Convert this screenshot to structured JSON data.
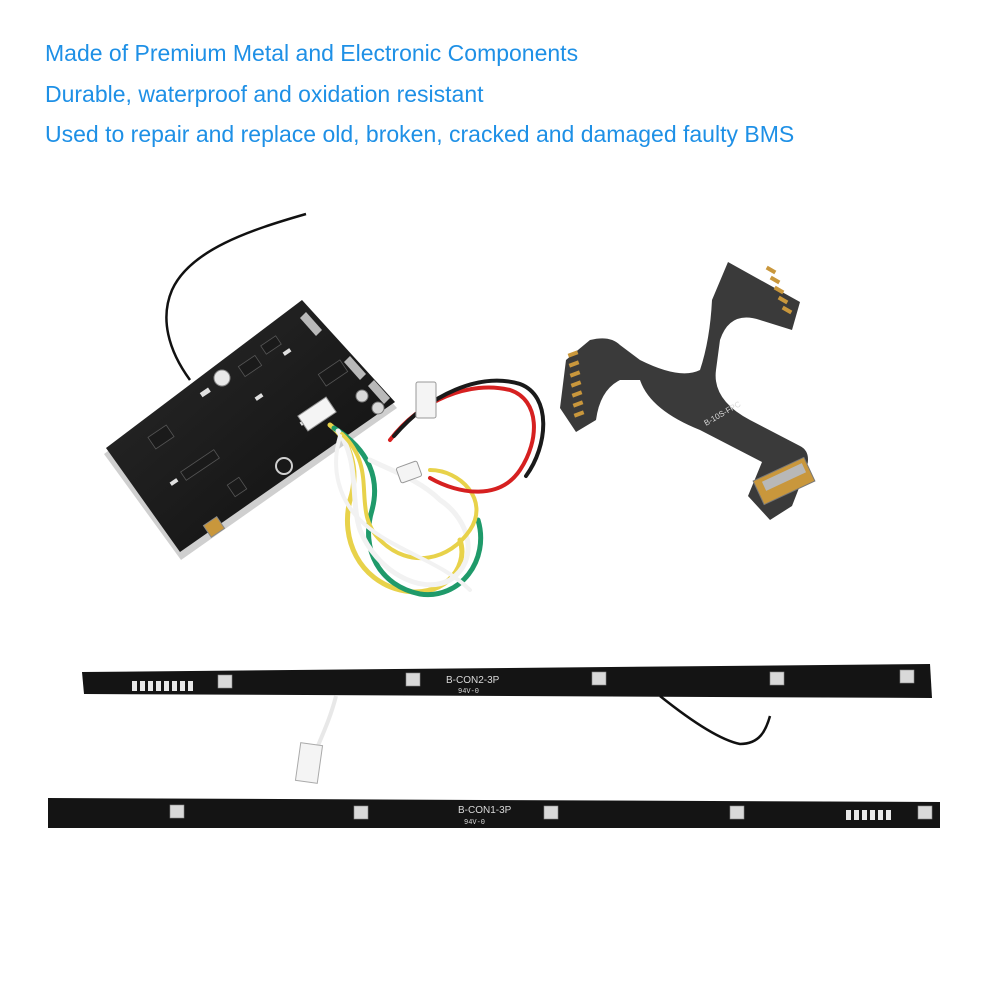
{
  "headlines": [
    "Made of Premium Metal and Electronic Components",
    "Durable, waterproof and oxidation resistant",
    "Used to repair and replace old, broken, cracked and damaged faulty BMS"
  ],
  "labels": {
    "strip_top": "B-CON2-3P",
    "strip_top_sub": "94V-0",
    "strip_bottom": "B-CON1-3P",
    "strip_bottom_sub": "94V-0",
    "flex_cable": "B-10S-FPC"
  },
  "colors": {
    "headline_text": "#1e90e6",
    "pcb_black": "#141414",
    "flex_gray": "#3a3a3a",
    "gold": "#c9973c",
    "wire_red": "#d62020",
    "wire_yellow": "#e8d24a",
    "wire_green": "#1f9a6a",
    "wire_white": "#f2f2f2"
  }
}
